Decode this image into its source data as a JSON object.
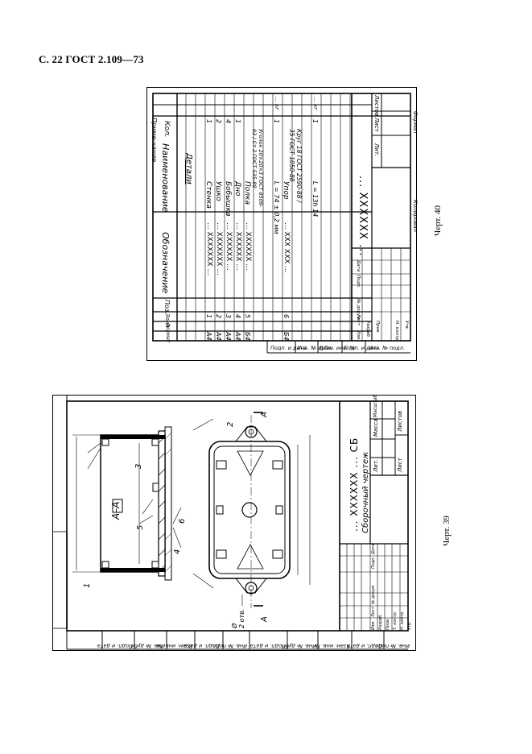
{
  "page_header": "С. 22 ГОСТ 2.109—73",
  "captions": {
    "fig40": "Черт. 40",
    "fig39": "Черт. 39"
  },
  "spec_table": {
    "headers": {
      "format": "Формат",
      "zone": "Зона",
      "pos": "Поз.",
      "designation": "Обозначение",
      "name": "Наименование",
      "qty": "Кол.",
      "note": "Приме-чание"
    },
    "section_title": "Детали",
    "rows": [
      {
        "format": "А4",
        "pos": "1",
        "designation": "... XXXXXXX ...",
        "name": "Стенка",
        "qty": "1",
        "note": ""
      },
      {
        "format": "А4",
        "pos": "2",
        "designation": "... XXXXXXX ...",
        "name": "Ушко",
        "qty": "2",
        "note": ""
      },
      {
        "format": "А4",
        "pos": "3",
        "designation": "... XXXXXX ...",
        "name": "Бобышка",
        "qty": "4",
        "note": ""
      },
      {
        "format": "А4",
        "pos": "4",
        "designation": "... XXXXXX ...",
        "name": "Дно",
        "qty": "1",
        "note": ""
      },
      {
        "format": "Б4",
        "pos": "5",
        "designation": "... XXXXXX ...",
        "name": "Полка",
        "qty": "",
        "note": ""
      },
      {
        "format": "",
        "pos": "",
        "designation": "",
        "name": "Уголок 20×20×3 ГОСТ 8509-93 / Ст 3 ГОСТ 535-88",
        "qty": "",
        "note": ""
      },
      {
        "format": "",
        "pos": "",
        "designation": "",
        "name": "L = 74 ± 0,2 мм",
        "qty": "1",
        "note": "... кг"
      },
      {
        "format": "Б4",
        "pos": "6",
        "designation": "... XXX XXX ...",
        "name": "Упор",
        "qty": "",
        "note": ""
      },
      {
        "format": "",
        "pos": "",
        "designation": "",
        "name": "Круг 18 ГОСТ 2590-88 / 35 ГОСТ 1050-88",
        "qty": "",
        "note": ""
      },
      {
        "format": "",
        "pos": "",
        "designation": "",
        "name": "L = 13h 14",
        "qty": "1",
        "note": "... кг"
      }
    ],
    "title_block": {
      "designation": "... XXXXXX ...",
      "cols": [
        "Изм.",
        "Лист",
        "№ докум.",
        "Подп.",
        "Дата"
      ],
      "roles": [
        "Разраб.",
        "Пров.",
        "Н. контр.",
        "Утв."
      ],
      "lit": "Лит.",
      "sheet": "Лист",
      "sheets": "Листов",
      "copied": "Копировал",
      "format": "Формат"
    },
    "side_strip": [
      "Инв. № подл.",
      "Подп. и дата",
      "Взам. инв. №",
      "Инв. № дубл.",
      "Подп. и дата"
    ]
  },
  "assembly_drawing": {
    "section_label": "А–А",
    "cut_label": "А",
    "positions": [
      "1",
      "2",
      "3",
      "4",
      "5",
      "6"
    ],
    "hole_note": "Ø\n2 отв.",
    "title_block": {
      "designation": "... XXXXXX ... СБ",
      "name": "Сборочный чертеж",
      "lit": "Лит.",
      "mass": "Масса",
      "scale": "Масштаб",
      "sheet": "Лист",
      "sheets": "Листов",
      "cols": [
        "Изм.",
        "Лист",
        "№ докум.",
        "Подп.",
        "Дата"
      ],
      "roles": [
        "Разраб.",
        "Пров.",
        "Т. контр.",
        "Н. контр.",
        "Утв."
      ]
    },
    "side_strip": [
      "Инв. № подл.",
      "Подп. и дата",
      "Взам. инв. №",
      "Инв. № дубл.",
      "Подп. и дата"
    ]
  }
}
